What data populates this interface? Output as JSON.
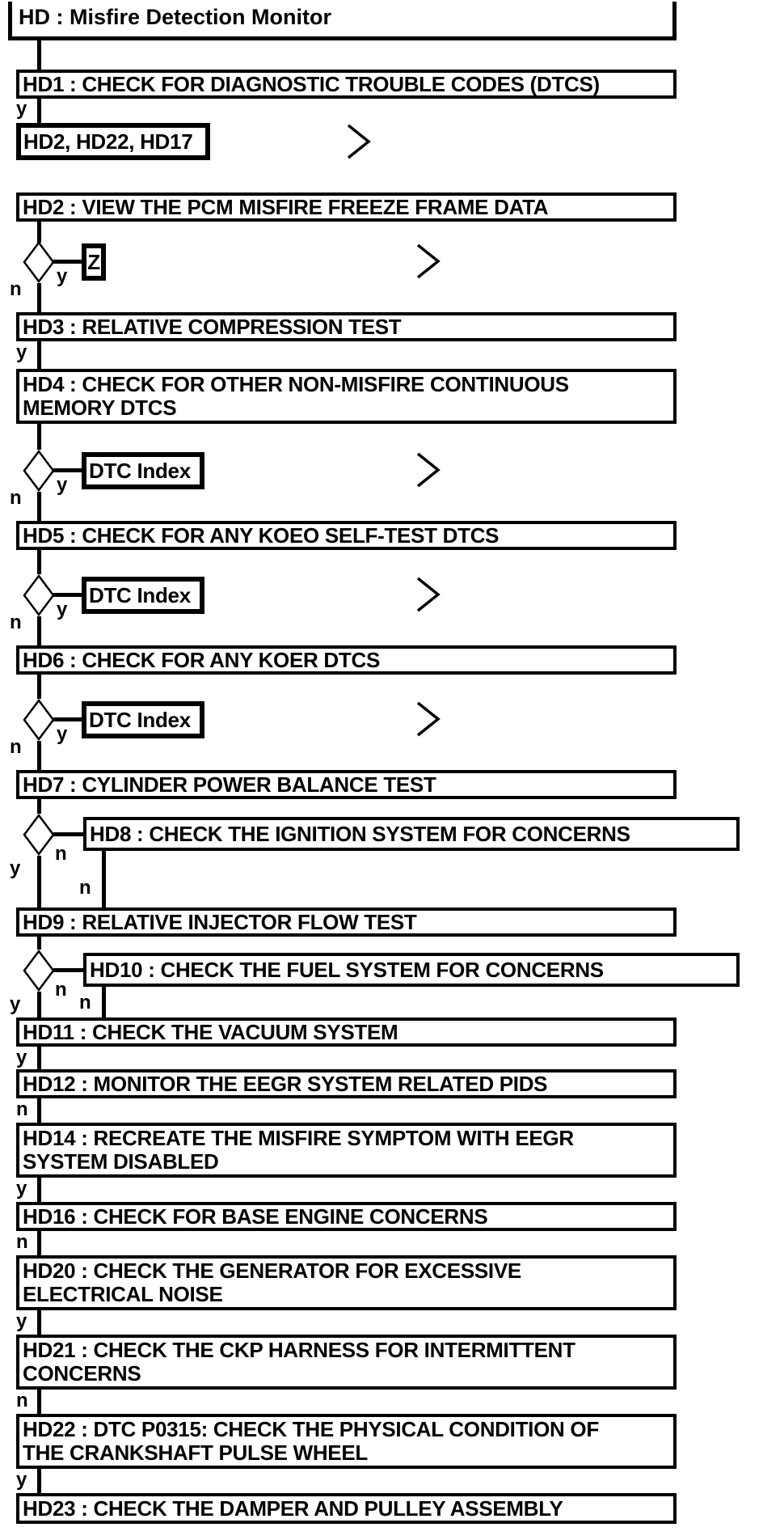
{
  "diagram": {
    "title": "HD : Misfire Detection Monitor",
    "decision_labels": {
      "yes": "y",
      "no": "n"
    },
    "colors": {
      "ink": "#000000",
      "paper": "#ffffff"
    },
    "references": {
      "go_to": "HD2, HD22, HD17",
      "z_connector": "Z",
      "dtc_index": "DTC Index"
    },
    "steps": {
      "hd1": "HD1 : CHECK FOR DIAGNOSTIC TROUBLE CODES (DTCS)",
      "hd2": "HD2 : VIEW THE PCM MISFIRE FREEZE FRAME DATA",
      "hd3": "HD3 : RELATIVE COMPRESSION TEST",
      "hd4": "HD4 : CHECK FOR OTHER NON-MISFIRE CONTINUOUS\nMEMORY DTCS",
      "hd5": "HD5 : CHECK FOR ANY KOEO SELF-TEST DTCS",
      "hd6": "HD6 : CHECK FOR ANY KOER DTCS",
      "hd7": "HD7 : CYLINDER POWER BALANCE TEST",
      "hd8": "HD8 : CHECK THE IGNITION SYSTEM FOR CONCERNS",
      "hd9": "HD9 : RELATIVE INJECTOR FLOW TEST",
      "hd10": "HD10 : CHECK THE FUEL SYSTEM FOR CONCERNS",
      "hd11": "HD11 : CHECK THE VACUUM SYSTEM",
      "hd12": "HD12 : MONITOR THE EEGR SYSTEM RELATED PIDS",
      "hd14": "HD14 : RECREATE THE MISFIRE SYMPTOM WITH EEGR\nSYSTEM DISABLED",
      "hd16": "HD16 : CHECK FOR BASE ENGINE CONCERNS",
      "hd20": "HD20 : CHECK THE GENERATOR FOR EXCESSIVE\nELECTRICAL NOISE",
      "hd21": "HD21 : CHECK THE CKP HARNESS FOR INTERMITTENT\nCONCERNS",
      "hd22": "HD22 : DTC P0315: CHECK THE PHYSICAL CONDITION OF\nTHE CRANKSHAFT PULSE WHEEL",
      "hd23": "HD23 : CHECK THE DAMPER AND PULLEY ASSEMBLY"
    }
  }
}
